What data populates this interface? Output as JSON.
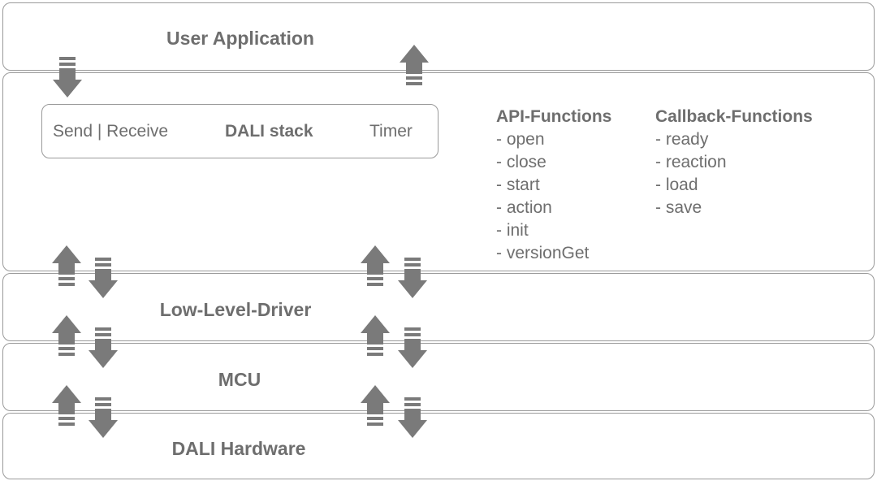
{
  "layers": {
    "user_application": "User Application",
    "low_level_driver": "Low-Level-Driver",
    "mcu": "MCU",
    "dali_hardware": "DALI Hardware"
  },
  "stack_box": {
    "left": "Send | Receive",
    "center": "DALI stack",
    "right": "Timer"
  },
  "api_functions": {
    "title": "API-Functions",
    "items": [
      "- open",
      "- close",
      "- start",
      "- action",
      "- init",
      "- versionGet"
    ]
  },
  "callback_functions": {
    "title": "Callback-Functions",
    "items": [
      "- ready",
      "- reaction",
      "- load",
      "- save"
    ]
  },
  "colors": {
    "arrow": "#7a7a7a",
    "border": "#9a9a9a",
    "text": "#6e6e6e"
  }
}
